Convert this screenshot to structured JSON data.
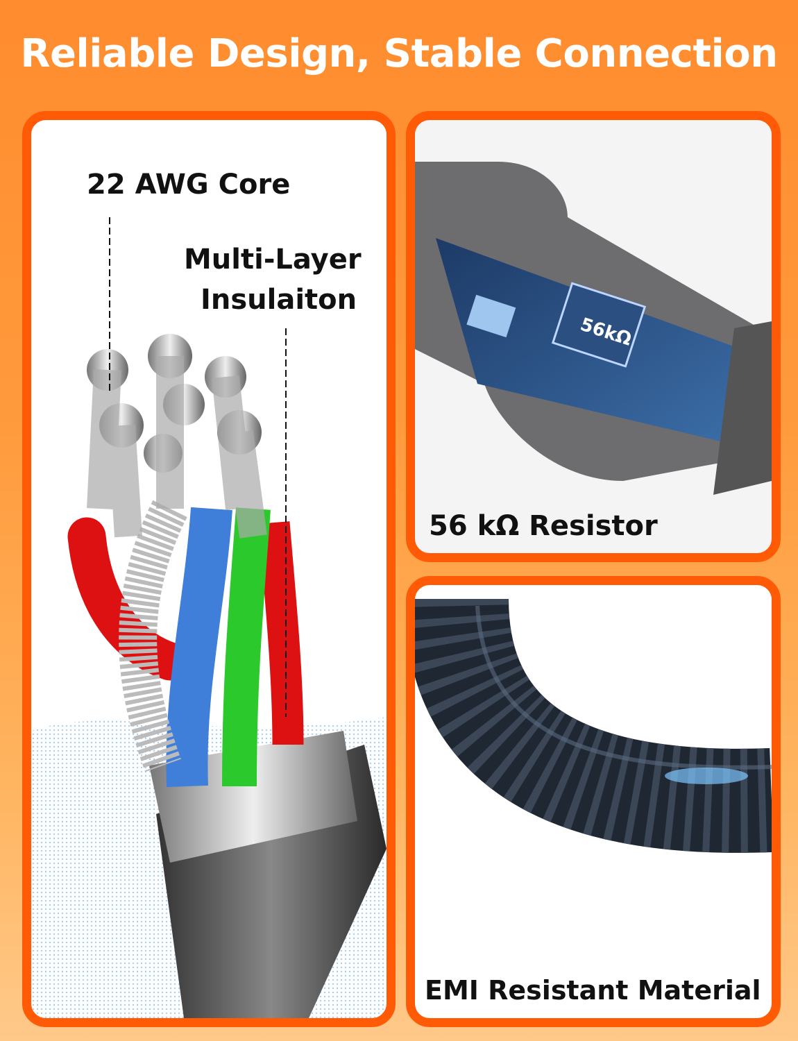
{
  "title": "Reliable Design, Stable Connection",
  "panels": {
    "core": {
      "label_core": "22 AWG Core",
      "label_insulation_1": "Multi-Layer",
      "label_insulation_2": "Insulaiton"
    },
    "resistor": {
      "label": "56 kΩ Resistor",
      "chip_text": "56kΩ"
    },
    "emi": {
      "label": "EMI Resistant Material"
    }
  },
  "colors": {
    "border": "#ff5b06",
    "background_top": "#ff8c2e",
    "background_bottom": "#ffc98a"
  }
}
